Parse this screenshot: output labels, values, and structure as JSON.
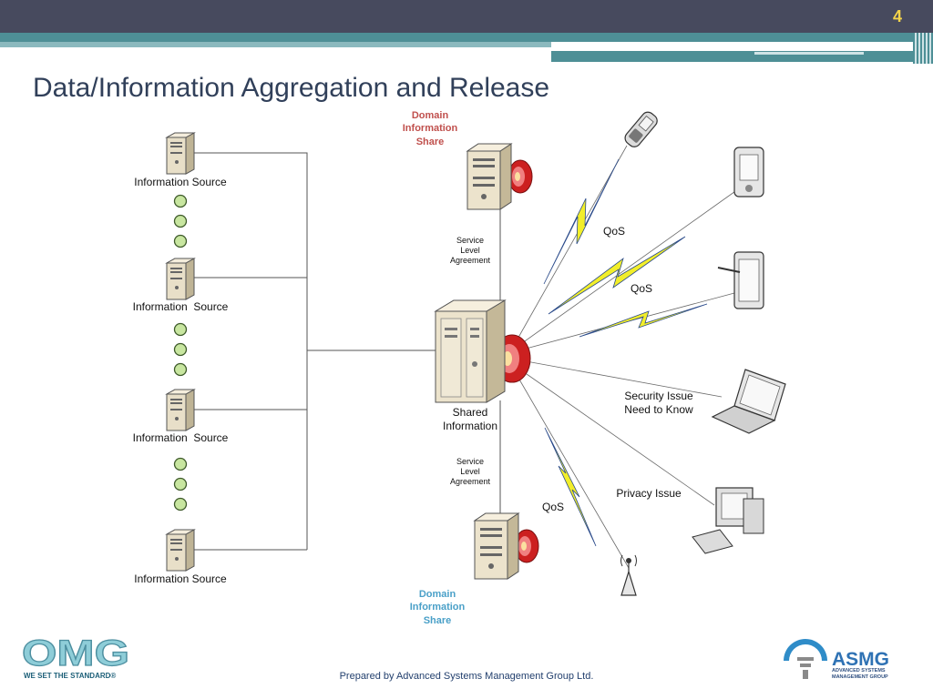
{
  "slide": {
    "page_number": "4",
    "title": "Data/Information Aggregation and Release",
    "footer": "Prepared by Advanced Systems Management Group Ltd."
  },
  "sources": [
    {
      "label": "Information Source"
    },
    {
      "label": "Information  Source"
    },
    {
      "label": "Information  Source"
    },
    {
      "label": "Information Source"
    }
  ],
  "domain_top": {
    "line1": "Domain",
    "line2": "Information",
    "line3": "Share"
  },
  "domain_bottom": {
    "line1": "Domain",
    "line2": "Information",
    "line3": "Share"
  },
  "sla_top": {
    "line1": "Service",
    "line2": "Level",
    "line3": "Agreement"
  },
  "sla_bottom": {
    "line1": "Service",
    "line2": "Level",
    "line3": "Agreement"
  },
  "shared": {
    "line1": "Shared",
    "line2": "Information"
  },
  "labels": {
    "qos": "QoS",
    "security_line1": "Security Issue",
    "security_line2": "Need to Know",
    "privacy": "Privacy Issue"
  },
  "logos": {
    "omg": "OMG",
    "omg_tagline": "WE SET THE STANDARD®",
    "asmg": "ASMG",
    "asmg_sub1": "ADVANCED SYSTEMS",
    "asmg_sub2": "MANAGEMENT GROUP"
  },
  "colors": {
    "header": "#474a5e",
    "accent": "#4e8f96",
    "domain_top": "#c0504d",
    "domain_bottom": "#4aa0c8",
    "lightning": "#f2ee2a"
  }
}
